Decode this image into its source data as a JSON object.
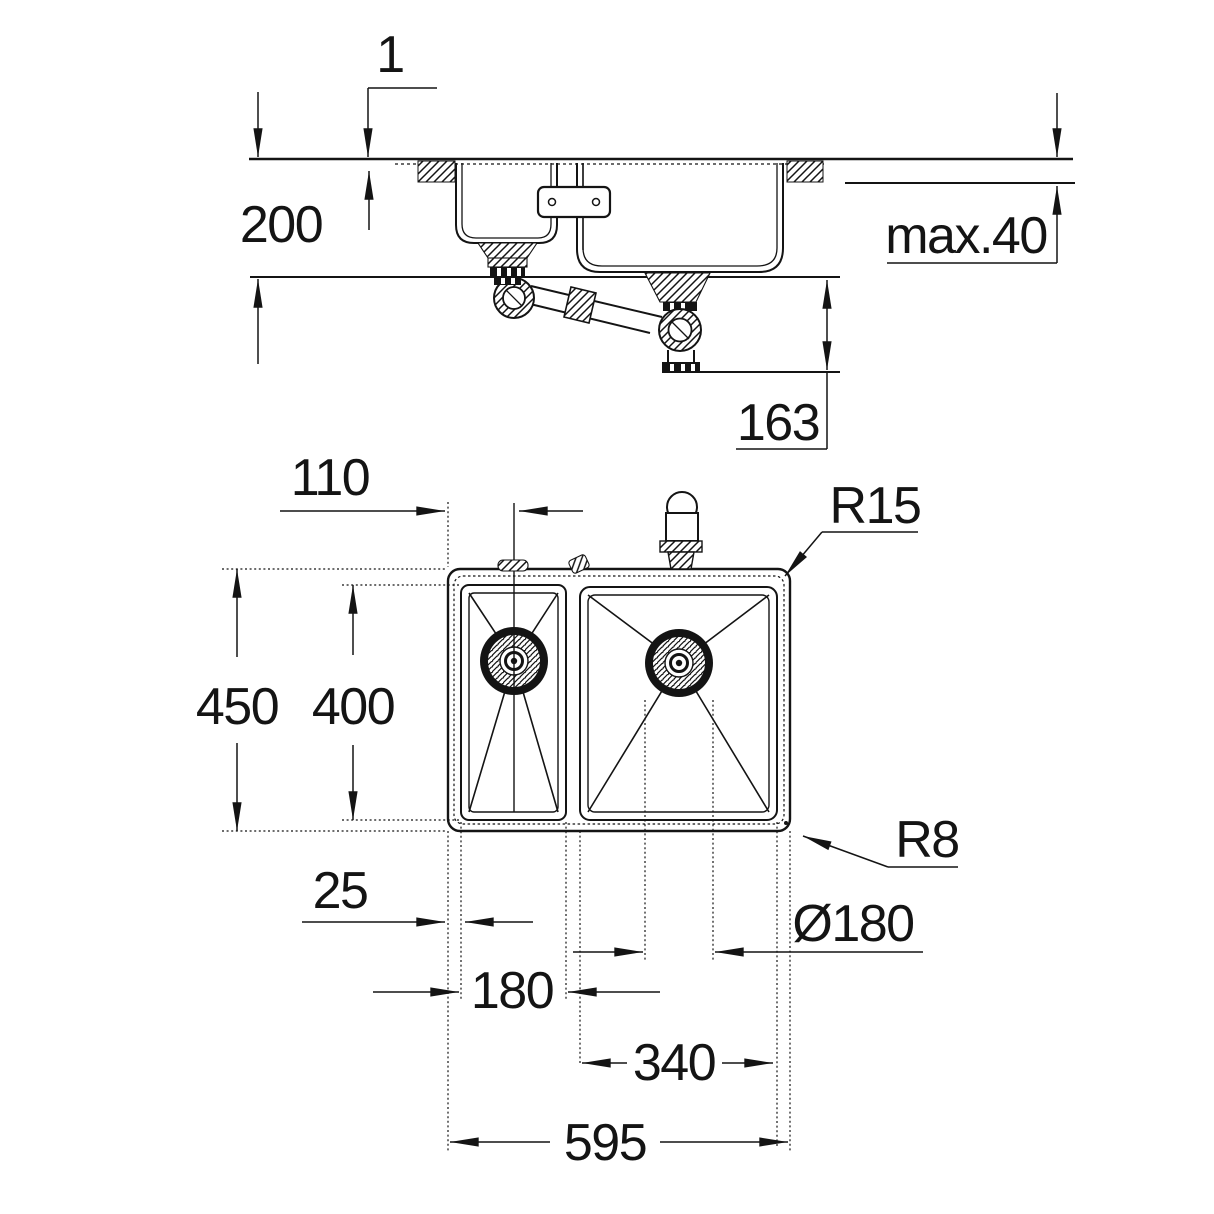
{
  "page": {
    "background": "#ffffff",
    "line_color": "#141414"
  },
  "side_view": {
    "title": "sink-side-section",
    "dims": {
      "rim_height": "1",
      "bowl_depth": "200",
      "counter_thickness": "max.40",
      "drain_offset": "163"
    }
  },
  "plan_view": {
    "title": "sink-plan",
    "dims": {
      "drain_from_left": "110",
      "overall_depth": "450",
      "inner_depth": "400",
      "left_margin": "25",
      "small_bowl_width": "180",
      "large_bowl_width": "340",
      "overall_width": "595",
      "drain_diameter": "Ø180"
    },
    "radii": {
      "outer_corner": "R15",
      "inner_corner": "R8"
    }
  }
}
